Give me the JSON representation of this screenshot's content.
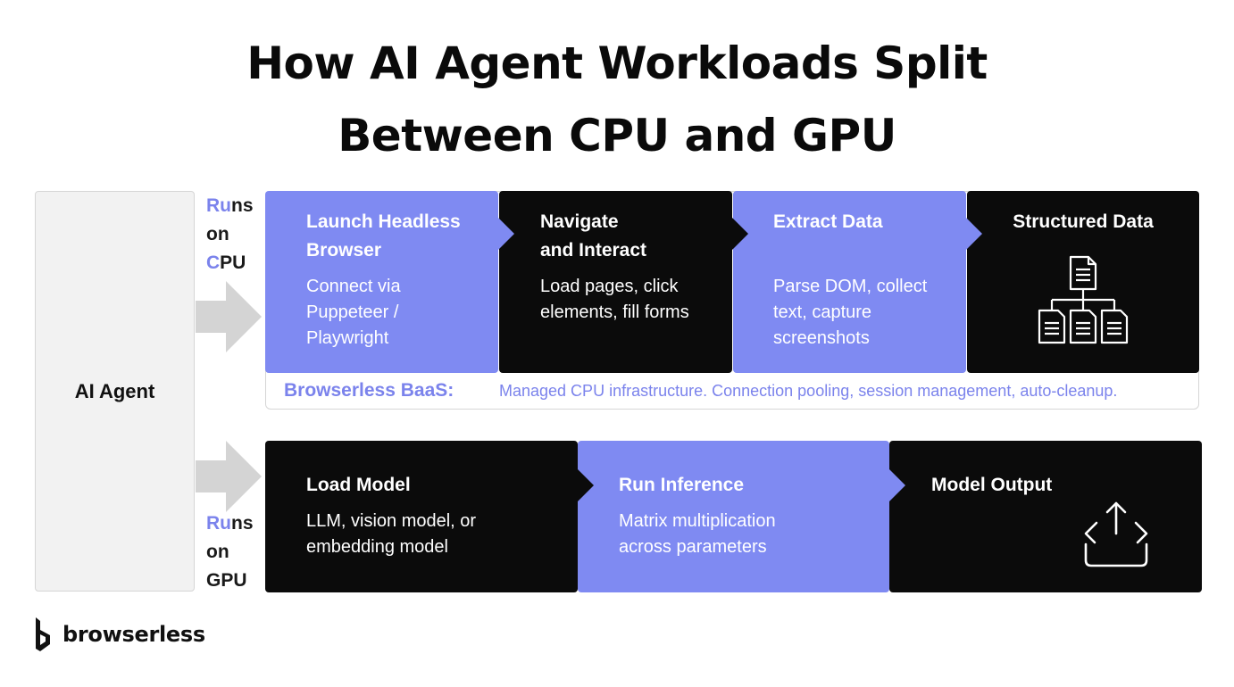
{
  "title": {
    "line1": "How AI Agent Workloads Split",
    "line2": "Between CPU and GPU"
  },
  "agent": {
    "label": "AI Agent"
  },
  "runs_cpu": {
    "line1_accent": "Ru",
    "line1_rest": "ns",
    "line2": "on",
    "line3_accent": "C",
    "line3_rest": "PU"
  },
  "runs_gpu": {
    "line1_accent": "Ru",
    "line1_rest": "ns",
    "line2": "on",
    "line3": "GPU"
  },
  "cpu_steps": [
    {
      "title_1": "Launch Headless",
      "title_2": "Browser",
      "desc": [
        "Connect via",
        "Puppeteer /",
        "Playwright"
      ]
    },
    {
      "title_1": "Navigate",
      "title_2": "and Interact",
      "desc": [
        "Load pages, click",
        "elements, fill forms"
      ]
    },
    {
      "title_1": "Extract Data",
      "desc": [
        "Parse DOM, collect",
        "text, capture",
        "screenshots"
      ]
    },
    {
      "title_1": "Structured Data",
      "icon": "document-hierarchy-icon"
    }
  ],
  "baas": {
    "title": "Browserless BaaS:",
    "description": "Managed CPU infrastructure. Connection pooling, session management, auto-cleanup."
  },
  "gpu_steps": [
    {
      "title": "Load Model",
      "desc": [
        "LLM, vision model, or",
        "embedding model"
      ]
    },
    {
      "title": "Run Inference",
      "desc": [
        "Matrix multiplication",
        "across parameters"
      ]
    },
    {
      "title": "Model Output",
      "icon": "share-output-icon"
    }
  ],
  "colors": {
    "purple": "#7f8af2",
    "black": "#0b0b0b",
    "accent_text": "#7b83ec",
    "arrow": "#d4d4d4"
  },
  "logo": {
    "text": "browserless",
    "icon": "browserless-logo-icon"
  }
}
